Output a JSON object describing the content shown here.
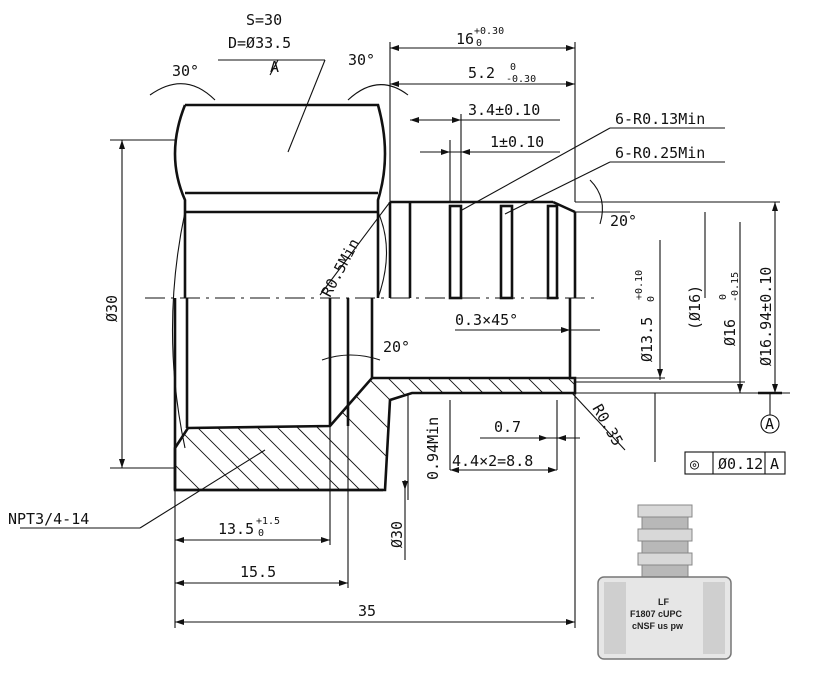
{
  "hex": {
    "size": "S=30",
    "diameter": "D=Ø33.5",
    "chamfer_left": "30°",
    "chamfer_right": "30°"
  },
  "dims": {
    "total_len": {
      "base": "16",
      "upper": "+0.30",
      "lower": "0"
    },
    "groove_len": {
      "base": "5.2",
      "upper": "0",
      "lower": "-0.30"
    },
    "mid_len": "3.4±0.10",
    "barb_w": "1±0.10",
    "r_min_1": "6-R0.13Min",
    "r_min_2": "6-R0.25Min",
    "angle_barb": "20°",
    "r_fillet": "R0.5Min",
    "dia_30_left": "Ø30",
    "chamfer": "0.3×45°",
    "angle_bore": "20°",
    "d_13_5": {
      "base": "Ø13.5",
      "upper": "+0.10",
      "lower": "0"
    },
    "d_16_ref": "(Ø16)",
    "d_16": {
      "base": "Ø16",
      "upper": "0",
      "lower": "-0.15"
    },
    "d_16_94": "Ø16.94±0.10",
    "wall_min": "0.94Min",
    "d_0_7": "0.7",
    "pitch": "4.4×2=8.8",
    "r_035": "R0.35",
    "datum": "A",
    "thread": "NPT3/4-14",
    "thread_len": {
      "base": "13.5",
      "upper": "+1.5",
      "lower": "0"
    },
    "dia_30_bottom": "Ø30",
    "len_15_5": "15.5",
    "len_35": "35"
  },
  "tolerance_frame": {
    "symbol": "◎",
    "value": "Ø0.12",
    "datum": "A"
  },
  "photo": {
    "line1": "LF",
    "line2": "F1807 cUPC",
    "line3": "cNSF us pw"
  }
}
